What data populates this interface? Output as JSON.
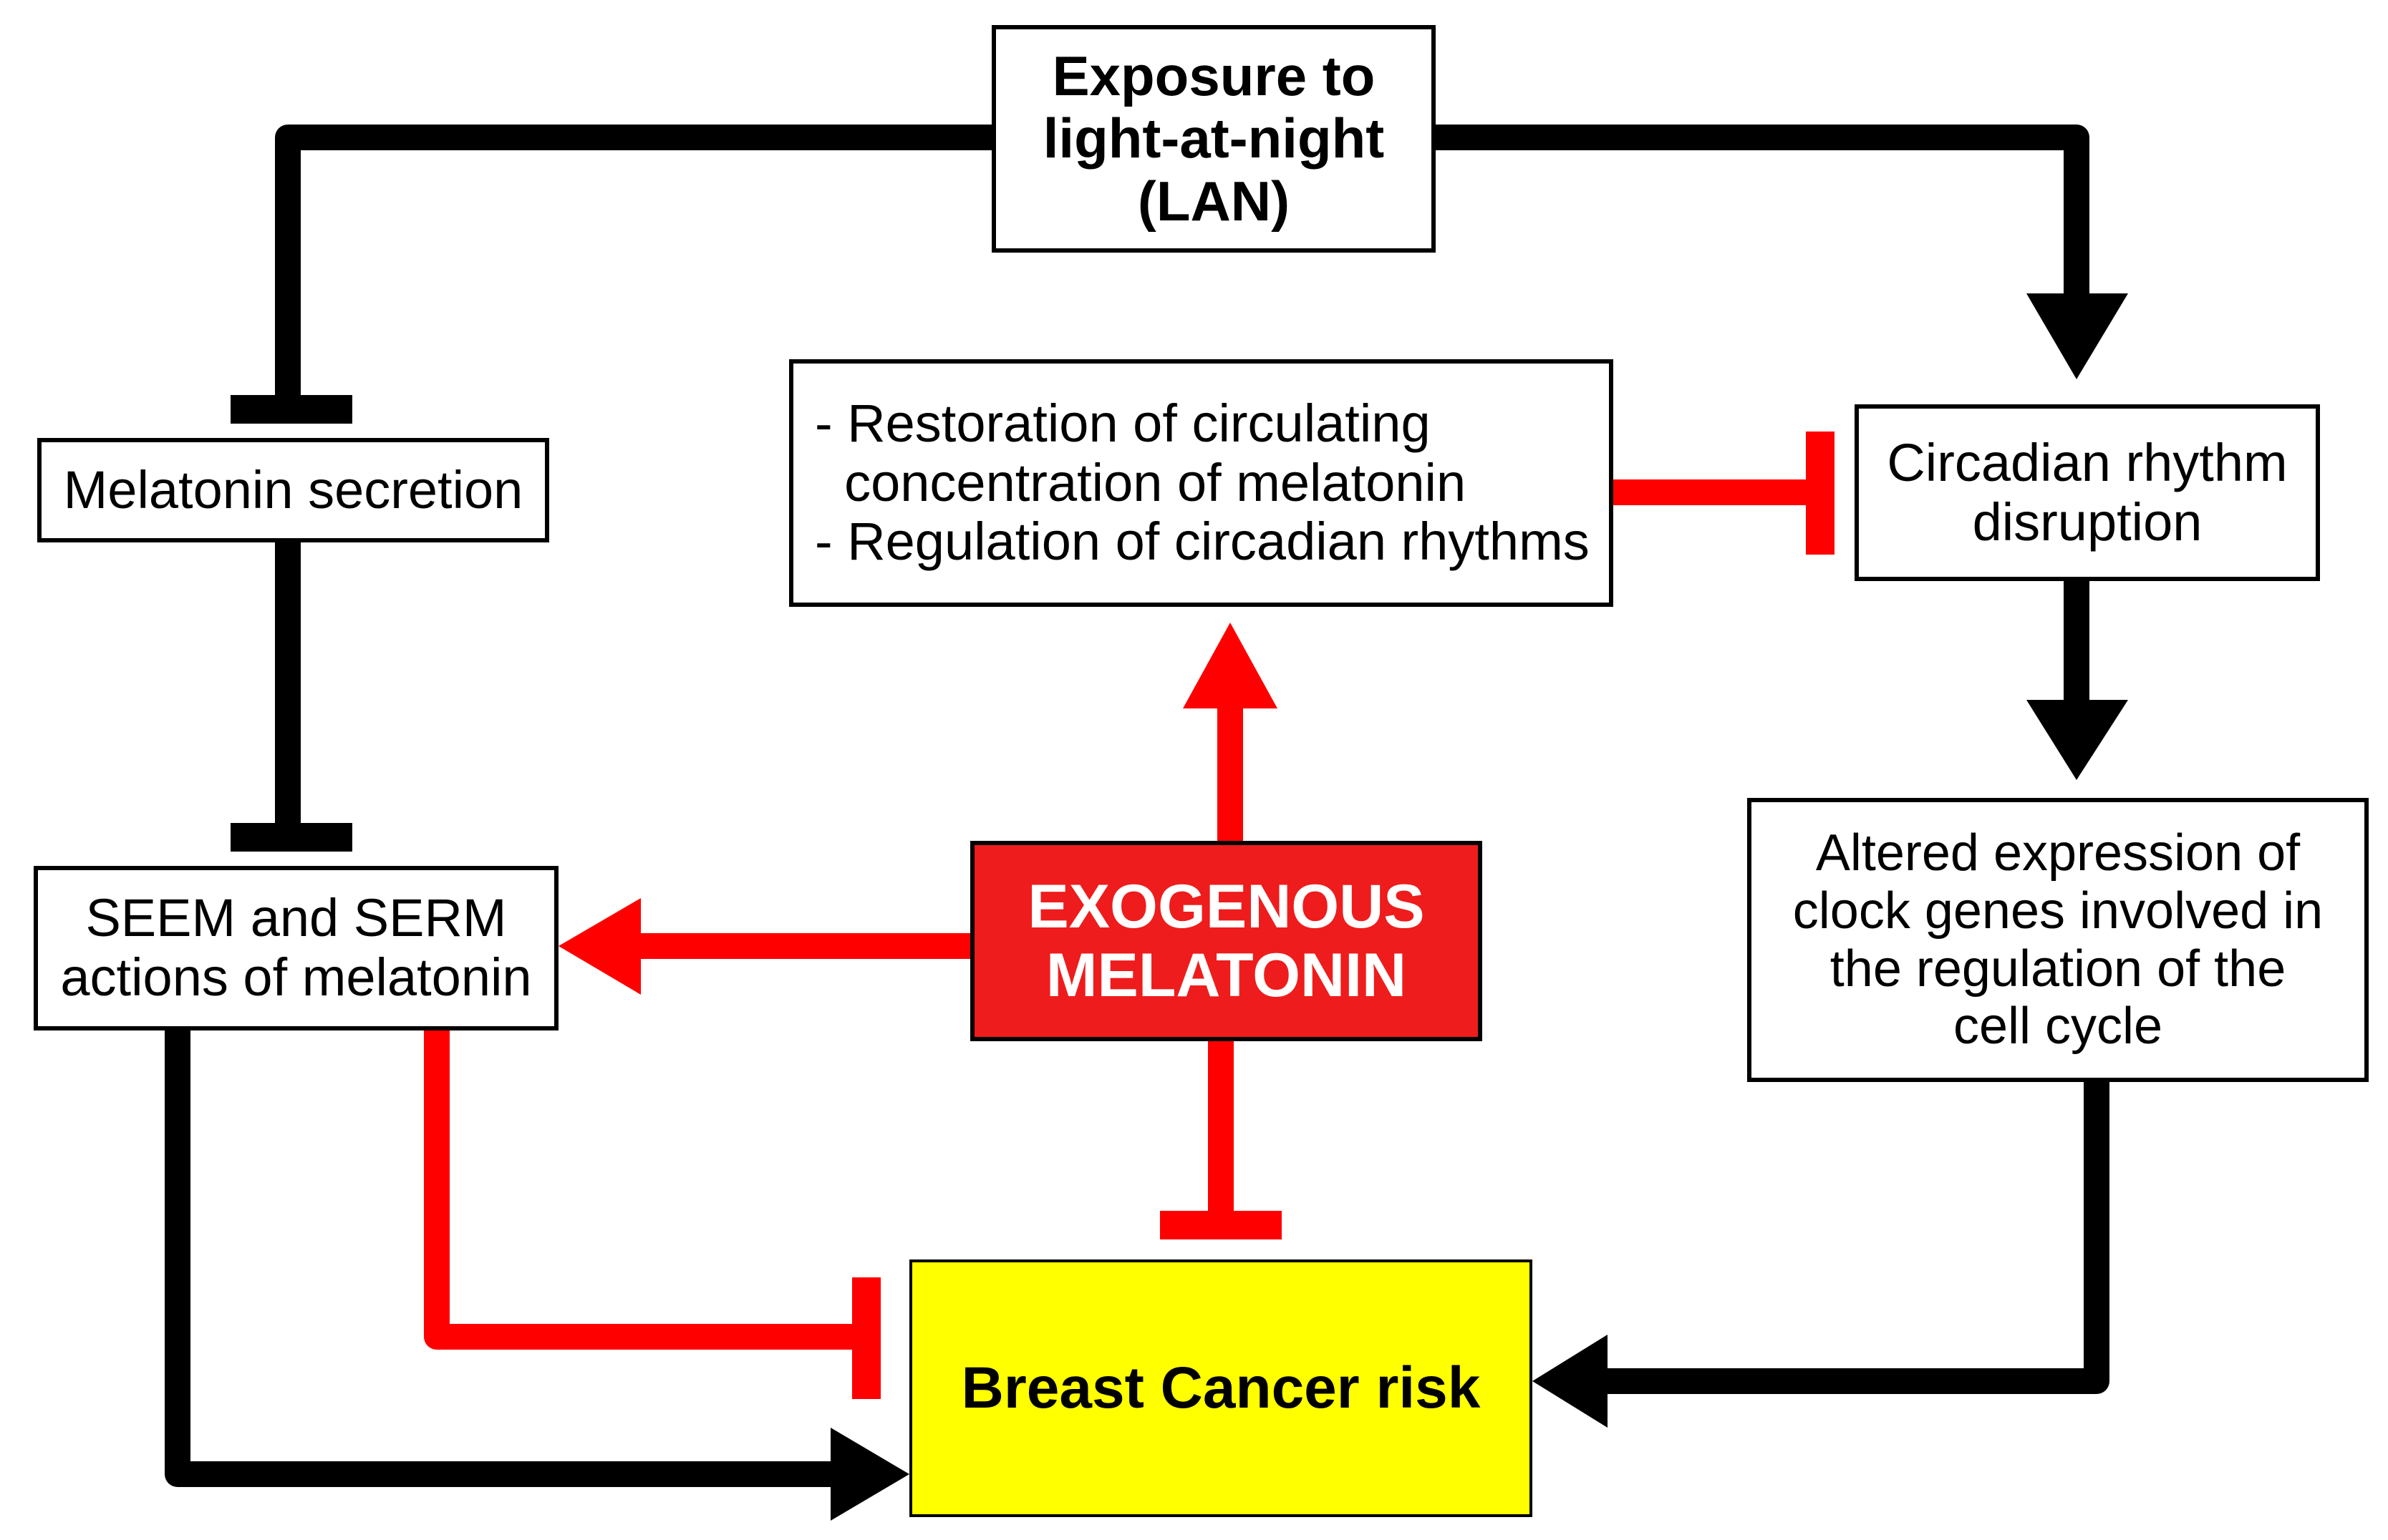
{
  "nodes": {
    "lan": {
      "lines": [
        "Exposure to",
        "light-at-night",
        "(LAN)"
      ]
    },
    "melatonin_secretion": {
      "lines": [
        "Melatonin secretion"
      ]
    },
    "restoration": {
      "lines": [
        "- Restoration of circulating",
        "  concentration of melatonin",
        "- Regulation of circadian rhythms"
      ]
    },
    "circadian": {
      "lines": [
        "Circadian rhythm",
        "disruption"
      ]
    },
    "seem_serm": {
      "lines": [
        "SEEM and SERM",
        "actions of melatonin"
      ]
    },
    "exogenous": {
      "lines": [
        "EXOGENOUS",
        "MELATONIN"
      ]
    },
    "altered": {
      "lines": [
        "Altered expression of",
        "clock genes involved in",
        "the regulation of the",
        "cell cycle"
      ]
    },
    "breast_cancer": {
      "lines": [
        "Breast Cancer risk"
      ]
    }
  },
  "edges": [
    {
      "from": "lan",
      "to": "melatonin_secretion",
      "type": "inhibit",
      "color": "black"
    },
    {
      "from": "lan",
      "to": "circadian",
      "type": "activate",
      "color": "black"
    },
    {
      "from": "melatonin_secretion",
      "to": "seem_serm",
      "type": "inhibit",
      "color": "black"
    },
    {
      "from": "restoration",
      "to": "circadian",
      "type": "inhibit",
      "color": "red"
    },
    {
      "from": "circadian",
      "to": "altered",
      "type": "activate",
      "color": "black"
    },
    {
      "from": "exogenous",
      "to": "restoration",
      "type": "activate",
      "color": "red"
    },
    {
      "from": "exogenous",
      "to": "seem_serm",
      "type": "activate",
      "color": "red"
    },
    {
      "from": "exogenous",
      "to": "breast_cancer",
      "type": "inhibit",
      "color": "red"
    },
    {
      "from": "seem_serm",
      "to": "breast_cancer",
      "type": "inhibit",
      "color": "red"
    },
    {
      "from": "seem_serm",
      "to": "breast_cancer",
      "type": "activate",
      "color": "black"
    },
    {
      "from": "altered",
      "to": "breast_cancer",
      "type": "activate",
      "color": "black"
    }
  ],
  "colors": {
    "black": "#000000",
    "red": "#ff0000",
    "exogenous_fill": "#ee1c1c",
    "breast_cancer_fill": "#ffff00",
    "box_fill": "#ffffff"
  }
}
